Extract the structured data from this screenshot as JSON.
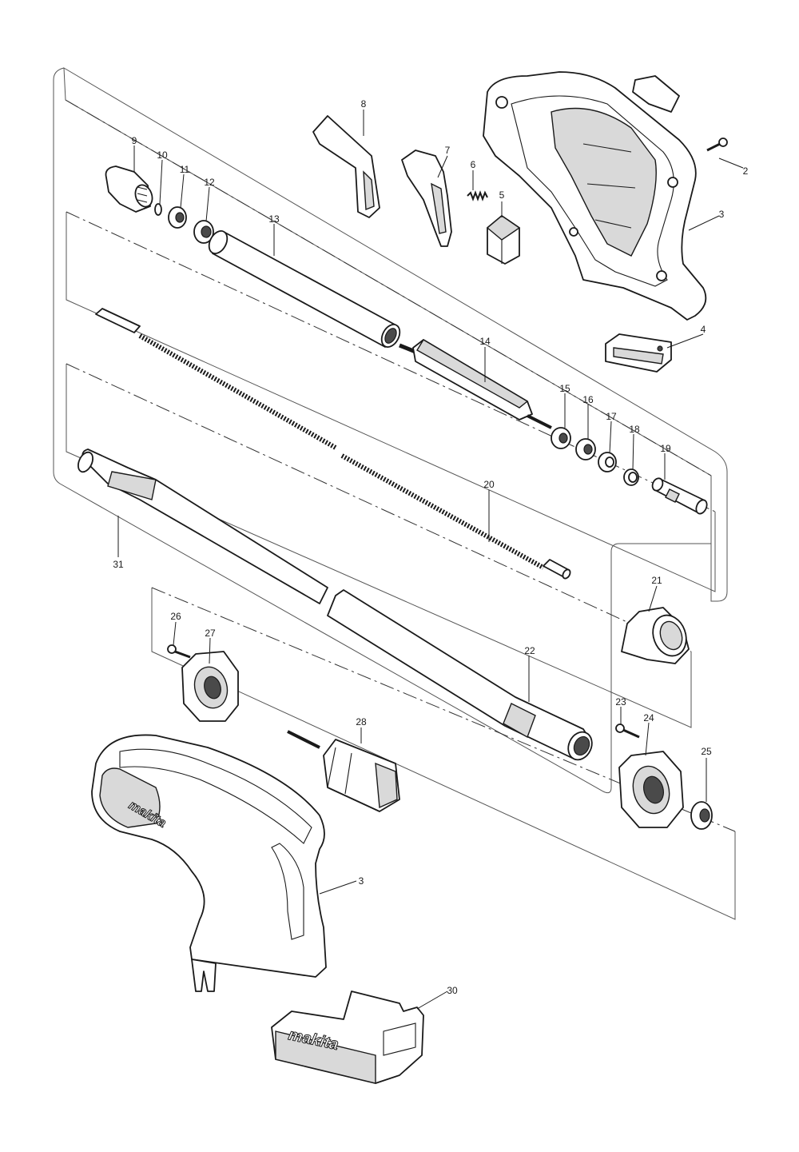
{
  "diagram": {
    "callouts": [
      {
        "id": "c2",
        "text": "2"
      },
      {
        "id": "c3a",
        "text": "3"
      },
      {
        "id": "c4",
        "text": "4"
      },
      {
        "id": "c5",
        "text": "5"
      },
      {
        "id": "c6",
        "text": "6"
      },
      {
        "id": "c7",
        "text": "7"
      },
      {
        "id": "c8",
        "text": "8"
      },
      {
        "id": "c9",
        "text": "9"
      },
      {
        "id": "c10",
        "text": "10"
      },
      {
        "id": "c11",
        "text": "11"
      },
      {
        "id": "c12",
        "text": "12"
      },
      {
        "id": "c13",
        "text": "13"
      },
      {
        "id": "c14",
        "text": "14"
      },
      {
        "id": "c15",
        "text": "15"
      },
      {
        "id": "c16",
        "text": "16"
      },
      {
        "id": "c17",
        "text": "17"
      },
      {
        "id": "c18",
        "text": "18"
      },
      {
        "id": "c19",
        "text": "19"
      },
      {
        "id": "c20",
        "text": "20"
      },
      {
        "id": "c21",
        "text": "21"
      },
      {
        "id": "c22",
        "text": "22"
      },
      {
        "id": "c23",
        "text": "23"
      },
      {
        "id": "c24",
        "text": "24"
      },
      {
        "id": "c25",
        "text": "25"
      },
      {
        "id": "c26",
        "text": "26"
      },
      {
        "id": "c27",
        "text": "27"
      },
      {
        "id": "c28",
        "text": "28"
      },
      {
        "id": "c3b",
        "text": "3"
      },
      {
        "id": "c30",
        "text": "30"
      },
      {
        "id": "c31",
        "text": "31"
      }
    ],
    "brand_marks": [
      "makita",
      "makita"
    ]
  }
}
